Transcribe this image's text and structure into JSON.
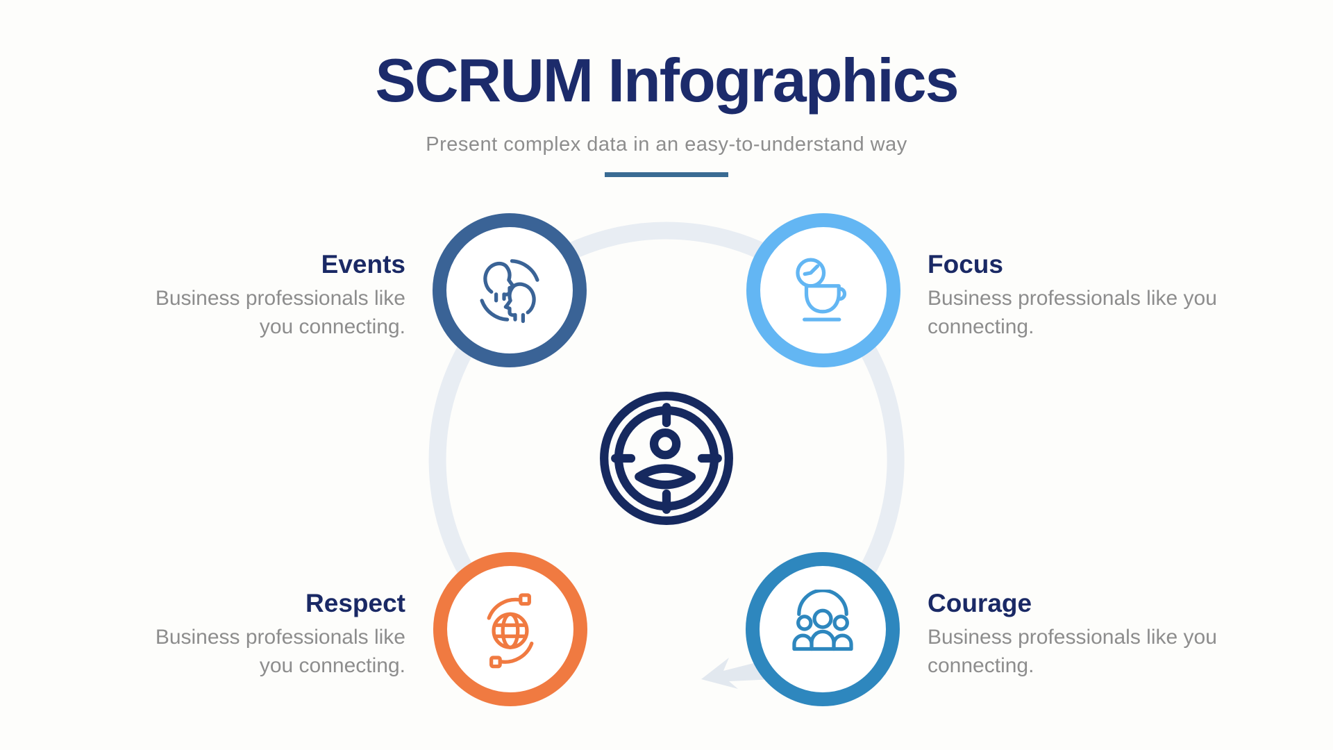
{
  "header": {
    "title": "SCRUM Infographics",
    "subtitle": "Present complex data in an easy-to-understand way"
  },
  "colors": {
    "page_bg": "#fdfdfb",
    "title_navy": "#1c2b6b",
    "heading_navy": "#1a2965",
    "body_gray": "#8d8d8d",
    "divider_blue": "#3a6b93",
    "ring_gray": "#e8edf3",
    "arrow_gray": "#e2e8ef",
    "events_blue": "#3a6396",
    "focus_light_blue": "#63b6f3",
    "respect_orange": "#f07a41",
    "courage_blue": "#2e87be",
    "center_navy": "#16295f"
  },
  "diagram": {
    "center_icon": "person-target-icon",
    "cycle": {
      "shape": "circle-arrow",
      "direction": "clockwise",
      "arrow_icon": "arrowhead-icon"
    },
    "nodes": [
      {
        "id": "events",
        "label": "Events",
        "description": "Business professionals like you connecting.",
        "color": "#3a6396",
        "icon": "conversation-profiles-icon",
        "position": "top-left"
      },
      {
        "id": "focus",
        "label": "Focus",
        "description": "Business professionals like you connecting.",
        "color": "#63b6f3",
        "icon": "coffee-break-clock-icon",
        "position": "top-right"
      },
      {
        "id": "respect",
        "label": "Respect",
        "description": "Business professionals like you connecting.",
        "color": "#f07a41",
        "icon": "globe-exchange-icon",
        "position": "bottom-left"
      },
      {
        "id": "courage",
        "label": "Courage",
        "description": "Business professionals like you connecting.",
        "color": "#2e87be",
        "icon": "team-group-icon",
        "position": "bottom-right"
      }
    ]
  }
}
